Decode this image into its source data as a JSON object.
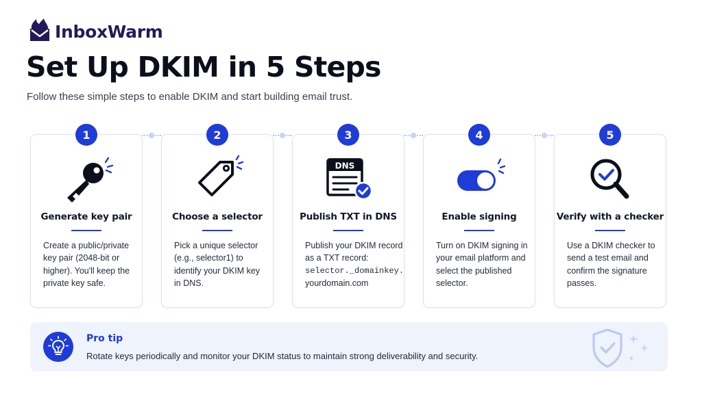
{
  "brand": {
    "name": "InboxWarm",
    "color": "#241a59"
  },
  "header": {
    "title": "Set Up DKIM in 5 Steps",
    "subtitle": "Follow these simple steps to enable DKIM and start building email trust."
  },
  "accent_color": "#1f3bd8",
  "steps": [
    {
      "number": "1",
      "icon": "key-icon",
      "title": "Generate key pair",
      "lines": [
        "Create a public/private",
        "key pair (2048-bit or",
        "higher). You'll keep the",
        "private key safe."
      ]
    },
    {
      "number": "2",
      "icon": "tag-icon",
      "title": "Choose a selector",
      "lines": [
        "Pick a unique selector",
        "(e.g., selector1) to",
        "identify your DKIM key",
        "in DNS."
      ]
    },
    {
      "number": "3",
      "icon": "dns-record-icon",
      "icon_label": "DNS",
      "title": "Publish TXT in DNS",
      "lines": [
        "Publish your DKIM record",
        "as a TXT record:",
        "selector._domainkey.",
        "yourdomain.com"
      ]
    },
    {
      "number": "4",
      "icon": "toggle-switch-icon",
      "title": "Enable signing",
      "lines": [
        "Turn on DKIM signing in",
        "your email platform and",
        "select the published",
        "selector."
      ]
    },
    {
      "number": "5",
      "icon": "magnifier-check-icon",
      "title": "Verify with a checker",
      "lines": [
        "Use a DKIM checker to",
        "send a test email and",
        "confirm the signature",
        "passes."
      ]
    }
  ],
  "tip": {
    "icon": "lightbulb-icon",
    "title": "Pro tip",
    "text": "Rotate keys periodically and monitor your DKIM status to maintain strong deliverability and security.",
    "decor_icon": "shield-check-icon"
  }
}
